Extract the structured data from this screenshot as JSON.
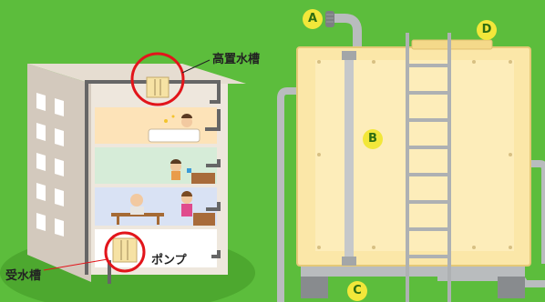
{
  "labels": {
    "elevated_tank": "高置水槽",
    "receiving_tank": "受水槽",
    "pump": "ポンプ"
  },
  "badges": {
    "a": "A",
    "b": "B",
    "c": "C",
    "d": "D"
  },
  "colors": {
    "background": "#5cbd3c",
    "tank_body": "#fbe7a8",
    "pipe": "#b9bcbe",
    "highlight_ring": "#e2151b",
    "badge_fill": "#f2e73a",
    "badge_text": "#2f6d12"
  }
}
